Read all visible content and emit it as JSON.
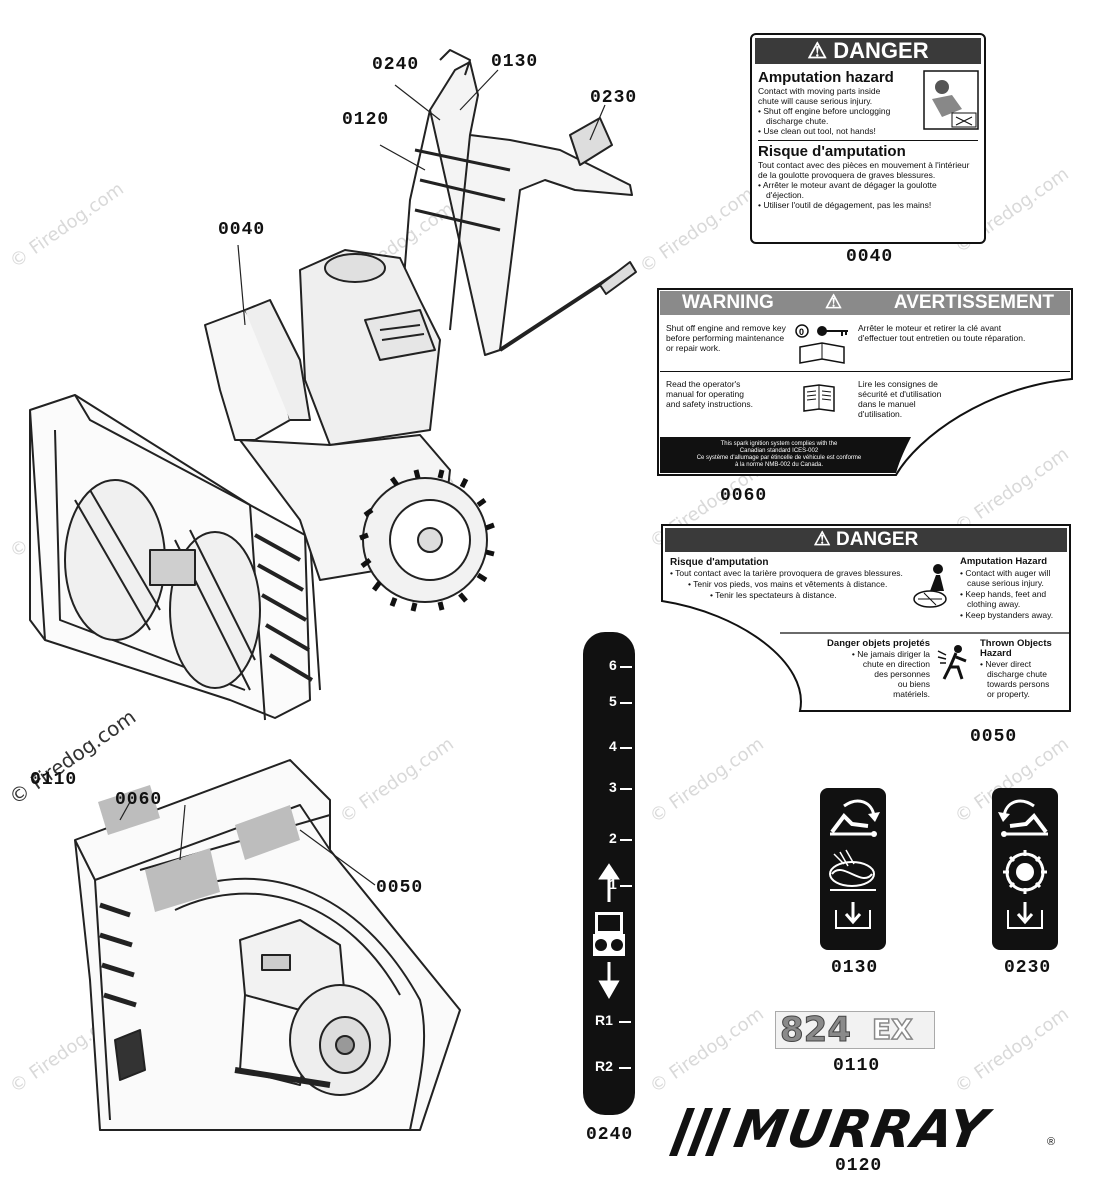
{
  "watermark": {
    "text": "© Firedog.com"
  },
  "callouts_machine": {
    "c0240": "0240",
    "c0130": "0130",
    "c0120": "0120",
    "c0230": "0230",
    "c0040": "0040"
  },
  "callouts_housing": {
    "c0110": "0110",
    "c0060": "0060",
    "c0050": "0050"
  },
  "decal_0040": {
    "part": "0040",
    "banner": "DANGER",
    "en_title": "Amputation hazard",
    "en_line1": "Contact with moving parts inside",
    "en_line2": "chute will cause serious injury.",
    "en_b1a": "• Shut off engine before unclogging",
    "en_b1b": "discharge chute.",
    "en_b2": "• Use clean out tool, not hands!",
    "fr_title": "Risque d'amputation",
    "fr_line1": "Tout contact avec des pièces en mouvement à l'intérieur",
    "fr_line2": "de la goulotte provoquera de graves blessures.",
    "fr_b1a": "• Arrêter le moteur avant de dégager la goulotte",
    "fr_b1b": "d'éjection.",
    "fr_b2": "• Utiliser l'outil de dégagement, pas les mains!"
  },
  "decal_0060": {
    "part": "0060",
    "warning": "WARNING",
    "avert": "AVERTISSEMENT",
    "r1_en1": "Shut off engine and remove key",
    "r1_en2": "before performing maintenance",
    "r1_en3": "or repair work.",
    "r1_fr1": "Arrêter le moteur et retirer la clé avant",
    "r1_fr2": "d'effectuer tout entretien ou toute réparation.",
    "r2_en1": "Read the operator's",
    "r2_en2": "manual for operating",
    "r2_en3": "and safety instructions.",
    "r2_fr1": "Lire les consignes de",
    "r2_fr2": "sécurité et d'utilisation",
    "r2_fr3": "dans le manuel",
    "r2_fr4": "d'utilisation.",
    "f1": "This spark ignition system complies with the",
    "f2": "Canadian standard ICES-002",
    "f3": "Ce système d'allumage par étincelle de véhicule est conforme",
    "f4": "à la norme NMB-002 du Canada."
  },
  "decal_0050": {
    "part": "0050",
    "banner": "DANGER",
    "fr_title": "Risque d'amputation",
    "fr_b1": "• Tout contact avec la tarière provoquera de graves blessures.",
    "fr_b2": "• Tenir vos pieds, vos mains et vêtements à distance.",
    "fr_b3": "• Tenir les spectateurs à distance.",
    "en_title": "Amputation Hazard",
    "en_b1a": "• Contact with auger will",
    "en_b1b": "cause serious injury.",
    "en_b2a": "• Keep hands, feet and",
    "en_b2b": "clothing away.",
    "en_b3": "• Keep bystanders away.",
    "fr2_title": "Danger objets projetés",
    "fr2_1": "• Ne jamais diriger la",
    "fr2_2": "chute en direction",
    "fr2_3": "des personnes",
    "fr2_4": "ou biens",
    "fr2_5": "matériels.",
    "en2_title1": "Thrown Objects",
    "en2_title2": "Hazard",
    "en2_1": "• Never direct",
    "en2_2": "discharge chute",
    "en2_3": "towards persons",
    "en2_4": "or property."
  },
  "decal_0240": {
    "part": "0240",
    "speeds": [
      "6",
      "5",
      "4",
      "3",
      "2",
      "1"
    ],
    "reverse": [
      "R1",
      "R2"
    ]
  },
  "decal_0130": {
    "part": "0130"
  },
  "decal_0230": {
    "part": "0230"
  },
  "decal_0110": {
    "part": "0110",
    "model": "824",
    "suffix": "EX"
  },
  "decal_0120": {
    "part": "0120",
    "brand": "MURRAY"
  }
}
